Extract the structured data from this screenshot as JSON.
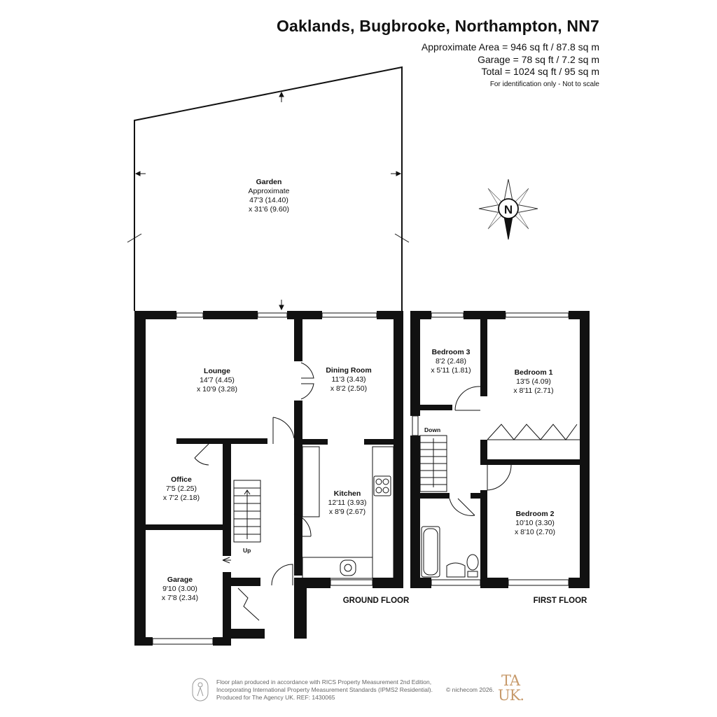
{
  "header": {
    "title": "Oaklands, Bugbrooke, Northampton, NN7",
    "approx_area": "Approximate Area = 946 sq ft / 87.8 sq m",
    "garage_area": "Garage = 78 sq ft / 7.2 sq m",
    "total_area": "Total = 1024 sq ft / 95 sq m",
    "disclaimer": "For identification only - Not to scale"
  },
  "compass": {
    "label": "N"
  },
  "rooms": {
    "garden": {
      "name": "Garden",
      "line1": "Approximate",
      "line2": "47'3 (14.40)",
      "line3": "x 31'6 (9.60)"
    },
    "lounge": {
      "name": "Lounge",
      "line1": "14'7 (4.45)",
      "line2": "x 10'9 (3.28)"
    },
    "dining": {
      "name": "Dining Room",
      "line1": "11'3 (3.43)",
      "line2": "x 8'2 (2.50)"
    },
    "office": {
      "name": "Office",
      "line1": "7'5 (2.25)",
      "line2": "x 7'2 (2.18)"
    },
    "kitchen": {
      "name": "Kitchen",
      "line1": "12'11 (3.93)",
      "line2": "x 8'9 (2.67)"
    },
    "garage": {
      "name": "Garage",
      "line1": "9'10 (3.00)",
      "line2": "x 7'8 (2.34)"
    },
    "bed3": {
      "name": "Bedroom 3",
      "line1": "8'2 (2.48)",
      "line2": "x 5'11 (1.81)"
    },
    "bed1": {
      "name": "Bedroom 1",
      "line1": "13'5 (4.09)",
      "line2": "x 8'11 (2.71)"
    },
    "bed2": {
      "name": "Bedroom 2",
      "line1": "10'10 (3.30)",
      "line2": "x 8'10 (2.70)"
    }
  },
  "labels": {
    "up": "Up",
    "down": "Down",
    "ground_floor": "GROUND FLOOR",
    "first_floor": "FIRST FLOOR"
  },
  "footer": {
    "line1": "Floor plan produced in accordance with RICS Property Measurement 2nd Edition,",
    "line2": "Incorporating International Property Measurement Standards (IPMS2 Residential).",
    "line3": "Produced for The Agency UK.   REF: 1430065",
    "copyright": "© nichecom 2026.",
    "logo_line1": "TA",
    "logo_line2": "UK."
  },
  "colors": {
    "wall": "#111111",
    "logo": "#c79a6b",
    "footer_text": "#666666"
  }
}
